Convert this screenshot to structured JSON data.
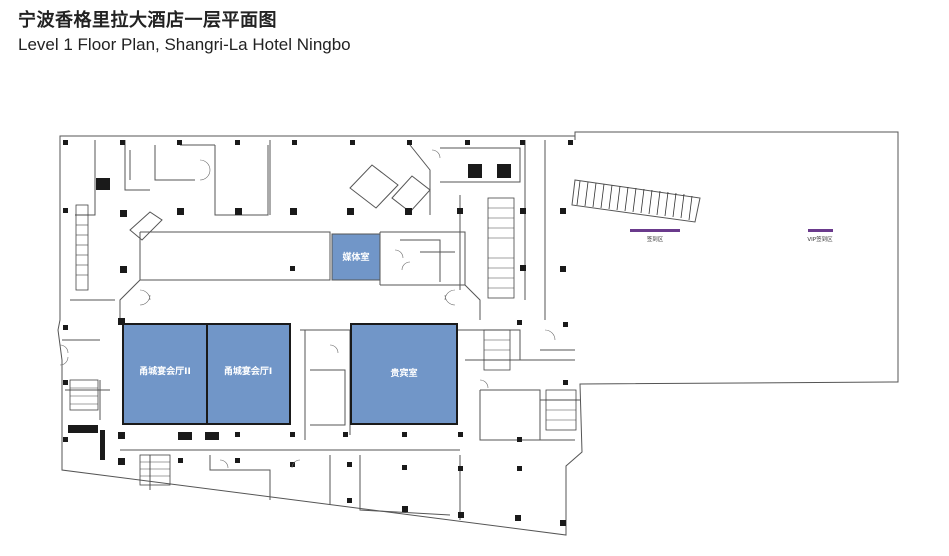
{
  "header": {
    "title_cn": "宁波香格里拉大酒店一层平面图",
    "title_en": "Level 1 Floor Plan, Shangri-La Hotel Ningbo"
  },
  "rooms": {
    "ballroom_2": "甬城宴会厅II",
    "ballroom_1": "甬城宴会厅I",
    "vip_room": "贵宾室",
    "media_room": "媒体室"
  },
  "zones": {
    "registration": "签到区",
    "vip_registration": "VIP签到区"
  },
  "colors": {
    "room_fill": "#7196c8",
    "accent_bar": "#6a3a8c",
    "wall": "#1a1a1a",
    "line": "#555555"
  }
}
